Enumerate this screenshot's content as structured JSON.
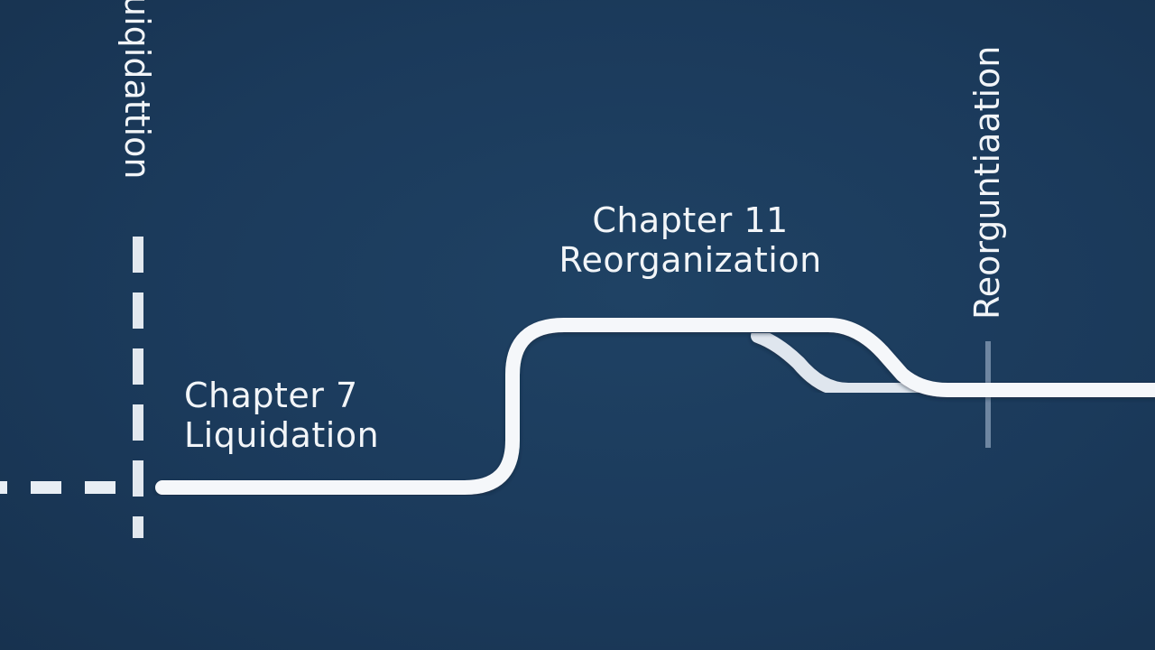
{
  "diagram": {
    "background": "#1b3a5b",
    "line_color": "#f5f7fa",
    "labels": {
      "chapter7": {
        "line1": "Chapter 7",
        "line2": "Liquidation"
      },
      "chapter11": {
        "line1": "Chapter 11",
        "line2": "Reorganization"
      }
    },
    "vertical_words": {
      "left": "uiqidattion",
      "right": "Reorguntiaation"
    }
  }
}
